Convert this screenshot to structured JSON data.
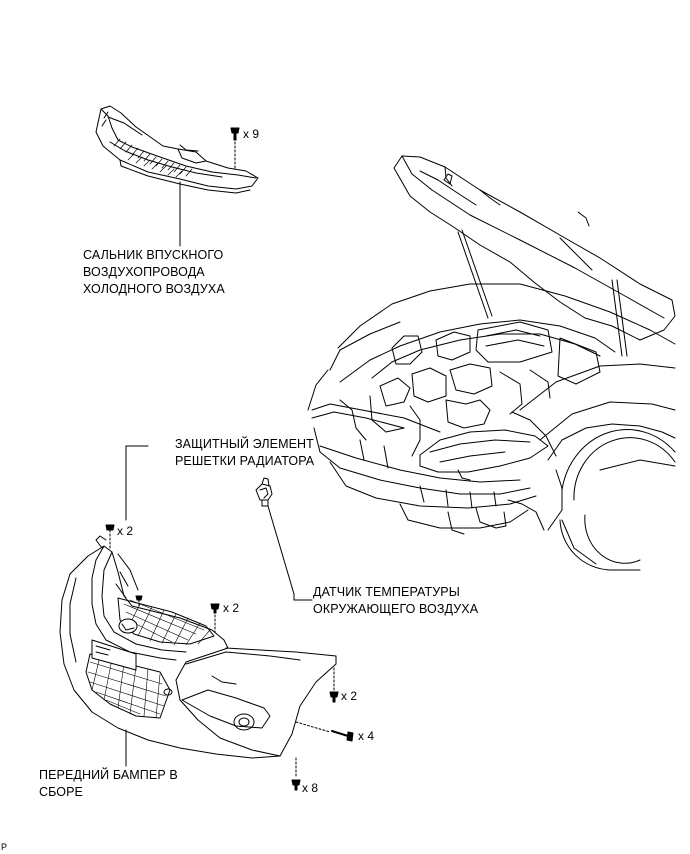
{
  "labels": {
    "cold_air_duct_seal": [
      "САЛЬНИК ВПУСКНОГО",
      "ВОЗДУХОПРОВОДА",
      "ХОЛОДНОГО ВОЗДУХА"
    ],
    "radiator_grille_protector": [
      "ЗАЩИТНЫЙ ЭЛЕМЕНТ",
      "РЕШЕТКИ РАДИАТОРА"
    ],
    "ambient_temp_sensor": [
      "ДАТЧИК ТЕМПЕРАТУРЫ",
      "ОКРУЖАЮЩЕГО ВОЗДУХА"
    ],
    "front_bumper_assembly": [
      "ПЕРЕДНИЙ БАМПЕР В",
      "СБОРЕ"
    ]
  },
  "fastener_counts": {
    "duct_seal_clips": "x 9",
    "grille_clips": "x 2",
    "bumper_top_clips": "x 2",
    "bumper_side_clips": "x 2",
    "bumper_screws": "x 4",
    "bumper_bottom_clips": "x 8"
  },
  "page_marker": "P",
  "colors": {
    "line": "#000000",
    "background": "#ffffff"
  }
}
